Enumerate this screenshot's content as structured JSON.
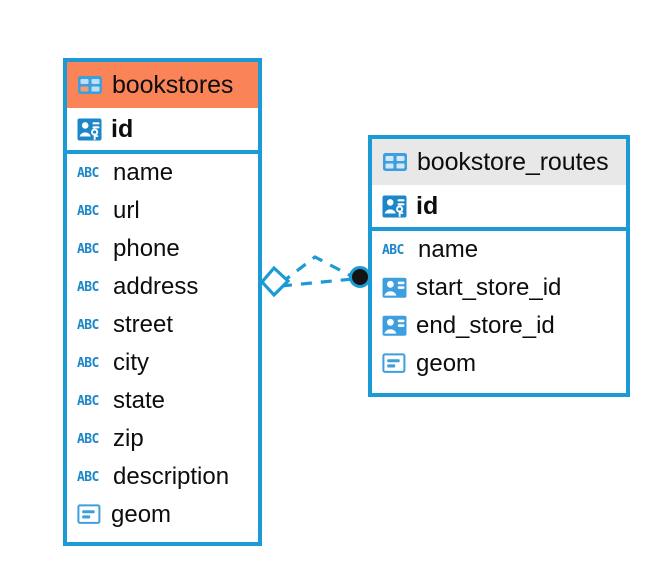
{
  "diagram": {
    "type": "entity-relationship-diagram",
    "background": "#ffffff",
    "edge_color": "#1b9ad6",
    "highlight_color": "#fa8457",
    "header_color": "#e8e8e8"
  },
  "entities": [
    {
      "name": "bookstores",
      "header_style": "accent",
      "primary_key": {
        "label": "id",
        "icon": "primary-key-icon"
      },
      "fields": [
        {
          "label": "name",
          "icon": "text-type-icon"
        },
        {
          "label": "url",
          "icon": "text-type-icon"
        },
        {
          "label": "phone",
          "icon": "text-type-icon"
        },
        {
          "label": "address",
          "icon": "text-type-icon"
        },
        {
          "label": "street",
          "icon": "text-type-icon"
        },
        {
          "label": "city",
          "icon": "text-type-icon"
        },
        {
          "label": "state",
          "icon": "text-type-icon"
        },
        {
          "label": "zip",
          "icon": "text-type-icon"
        },
        {
          "label": "description",
          "icon": "text-type-icon"
        },
        {
          "label": "geom",
          "icon": "geometry-type-icon"
        }
      ]
    },
    {
      "name": "bookstore_routes",
      "header_style": "muted",
      "primary_key": {
        "label": "id",
        "icon": "primary-key-icon"
      },
      "fields": [
        {
          "label": "name",
          "icon": "text-type-icon"
        },
        {
          "label": "start_store_id",
          "icon": "foreign-key-icon"
        },
        {
          "label": "end_store_id",
          "icon": "foreign-key-icon"
        },
        {
          "label": "geom",
          "icon": "geometry-type-icon"
        }
      ]
    }
  ],
  "relationship": {
    "source_marker": "diamond-marker",
    "target_marker": "filled-circle-marker",
    "line_style": "dashed",
    "color": "#1b9ad6"
  },
  "icon_text": {
    "text_type": "ABC"
  }
}
